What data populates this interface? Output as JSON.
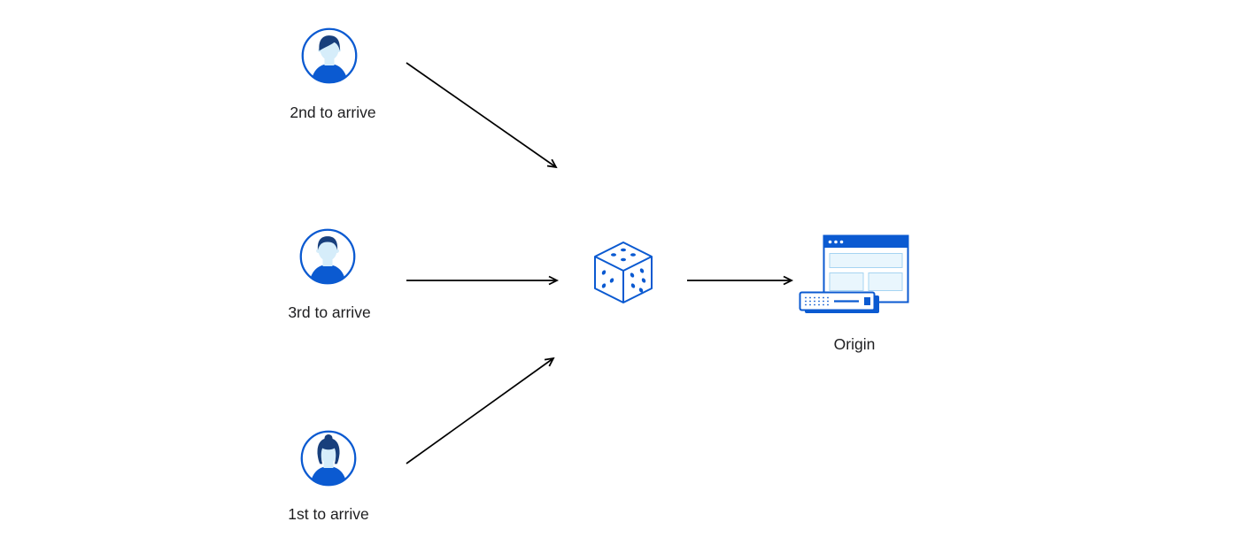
{
  "theme": {
    "blue": "#0b5ad1",
    "dark": "#183f7c",
    "light": "#d6edfa",
    "panel": "#e9f6fd",
    "panelStroke": "#a6d4f2",
    "arrow": "#000000",
    "text": "#1d1d1f",
    "background": "#ffffff"
  },
  "nodes": {
    "user_second": {
      "label": "2nd to arrive",
      "icon": "male-user-avatar-icon"
    },
    "user_third": {
      "label": "3rd to arrive",
      "icon": "male-user-avatar-icon"
    },
    "user_first": {
      "label": "1st to arrive",
      "icon": "female-user-avatar-icon"
    },
    "randomizer": {
      "icon": "dice-icon"
    },
    "origin": {
      "label": "Origin",
      "icon": "origin-server-browser-icon"
    }
  },
  "edges": [
    {
      "from": "user_second",
      "to": "randomizer"
    },
    {
      "from": "user_third",
      "to": "randomizer"
    },
    {
      "from": "user_first",
      "to": "randomizer"
    },
    {
      "from": "randomizer",
      "to": "origin"
    }
  ]
}
